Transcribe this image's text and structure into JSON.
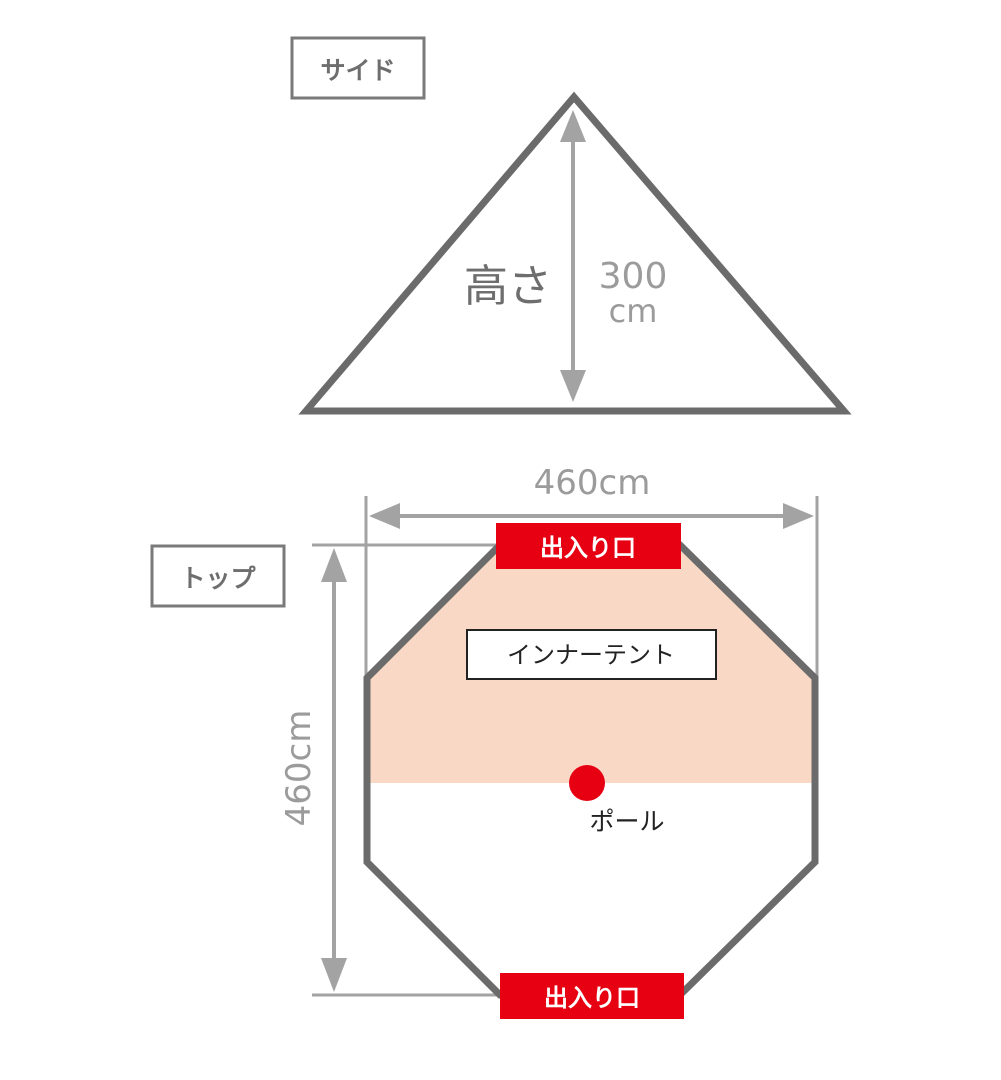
{
  "side_view": {
    "label": "サイド",
    "height_label": "高さ",
    "height_value": "300",
    "height_unit": "cm"
  },
  "top_view": {
    "label": "トップ",
    "width_dimension": "460cm",
    "depth_dimension": "460cm",
    "entrance_top": "出入り口",
    "entrance_bottom": "出入り口",
    "inner_tent_label": "インナーテント",
    "pole_label": "ポール"
  },
  "colors": {
    "outline": "#6b6b6b",
    "dimension": "#a3a3a3",
    "entrance": "#e60012",
    "inner_tent_fill": "#f9d9c6",
    "pole": "#e60012"
  }
}
